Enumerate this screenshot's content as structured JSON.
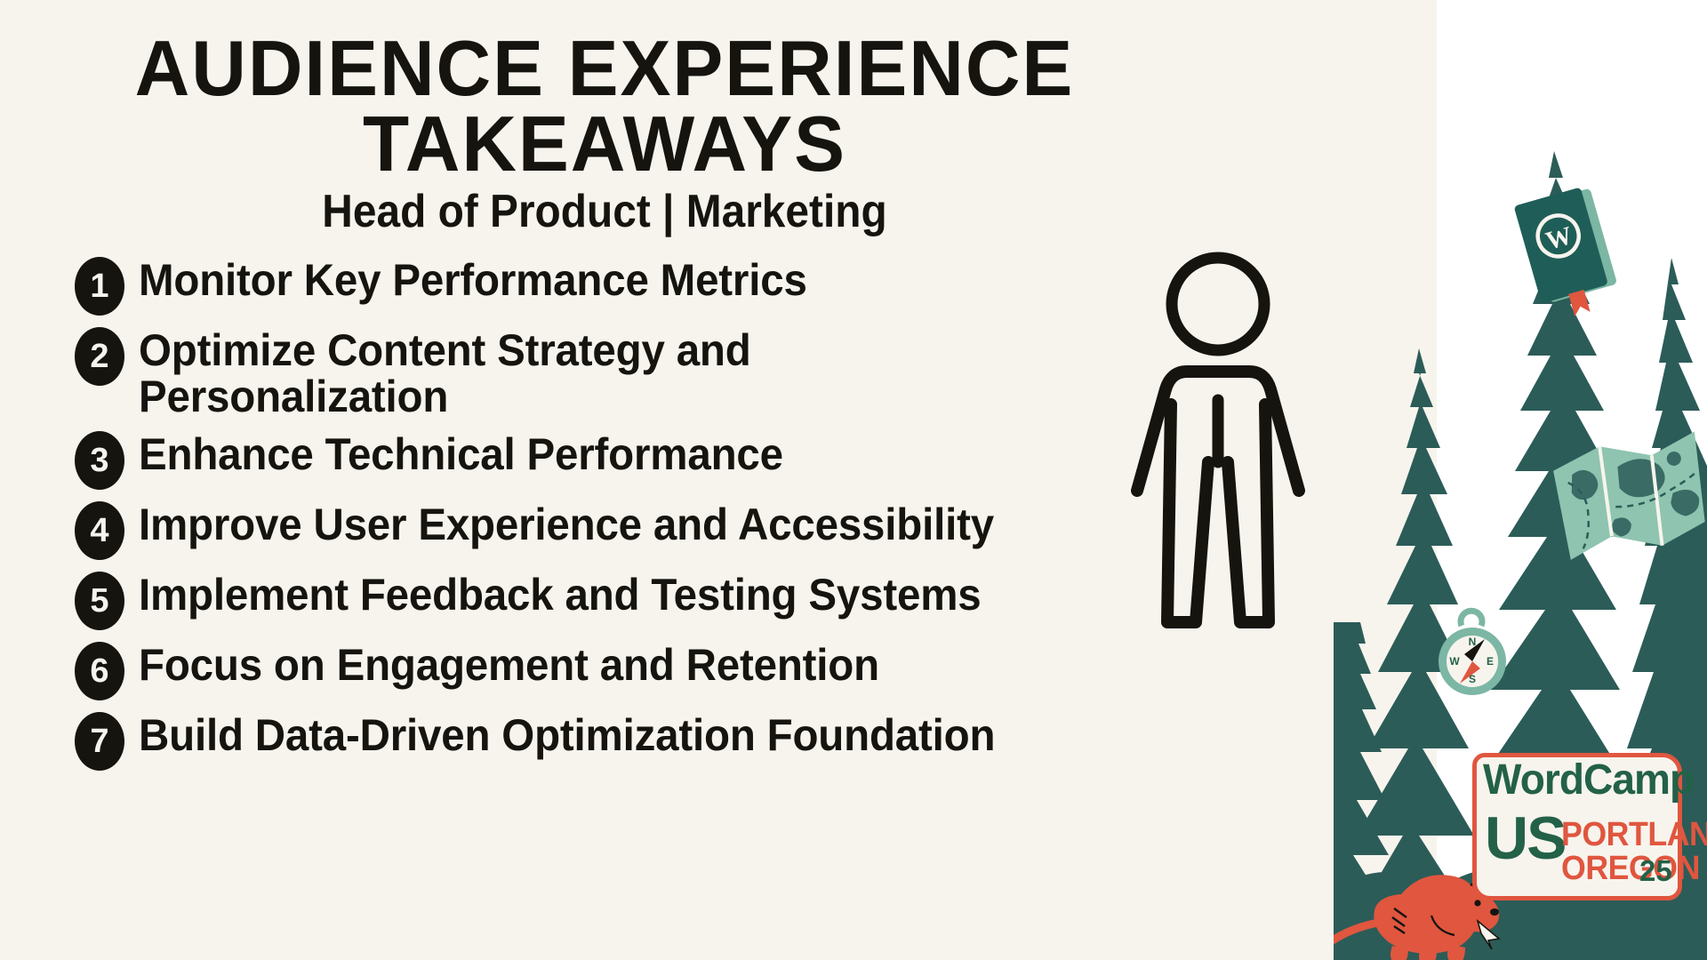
{
  "slide": {
    "title_line1": "AUDIENCE EXPERIENCE",
    "title_line2": "TAKEAWAYS",
    "subtitle": "Head of Product | Marketing",
    "background_color": "#f7f4ed",
    "text_color": "#15140f"
  },
  "takeaways": [
    {
      "number": "1",
      "text": "Monitor Key Performance Metrics"
    },
    {
      "number": "2",
      "text": "Optimize Content Strategy and\nPersonalization"
    },
    {
      "number": "3",
      "text": "Enhance Technical Performance"
    },
    {
      "number": "4",
      "text": "Improve User Experience and Accessibility"
    },
    {
      "number": "5",
      "text": "Implement Feedback and Testing Systems"
    },
    {
      "number": "6",
      "text": "Focus on Engagement and Retention"
    },
    {
      "number": "7",
      "text": "Build Data-Driven Optimization Foundation"
    }
  ],
  "artwork": {
    "person_icon": "person-silhouette-icon",
    "book_icon": "wordpress-book-icon",
    "compass_icon": "compass-icon",
    "map_icon": "folded-map-icon",
    "beaver_icon": "beaver-icon",
    "trees_icon": "pine-trees-icon",
    "compass_labels": {
      "north": "N",
      "east": "E",
      "south": "S",
      "west": "W"
    },
    "tree_color": "#2c5c58",
    "map_color": "#8ec4b0",
    "beaver_color": "#e0563f"
  },
  "logo": {
    "wordcamp": "WordCamp",
    "us": "US",
    "city": "PORTLAND",
    "state": "OREGON",
    "year": "25",
    "green": "#236148",
    "orange": "#e0563f"
  }
}
